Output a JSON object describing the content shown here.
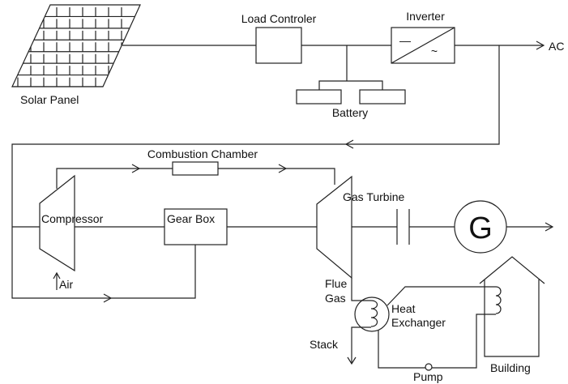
{
  "labels": {
    "solar_panel": "Solar Panel",
    "load_controller": "Load Controler",
    "inverter": "Inverter",
    "battery": "Battery",
    "ac": "AC",
    "combustion_chamber": "Combustion Chamber",
    "compressor": "Compressor",
    "gear_box": "Gear Box",
    "gas_turbine": "Gas Turbine",
    "generator": "G",
    "air": "Air",
    "flue_gas_1": "Flue",
    "flue_gas_2": "Gas",
    "heat_exchanger_1": "Heat",
    "heat_exchanger_2": "Exchanger",
    "stack": "Stack",
    "pump": "Pump",
    "building": "Building"
  },
  "inverter_symbols": {
    "dc": "—",
    "ac": "~"
  }
}
